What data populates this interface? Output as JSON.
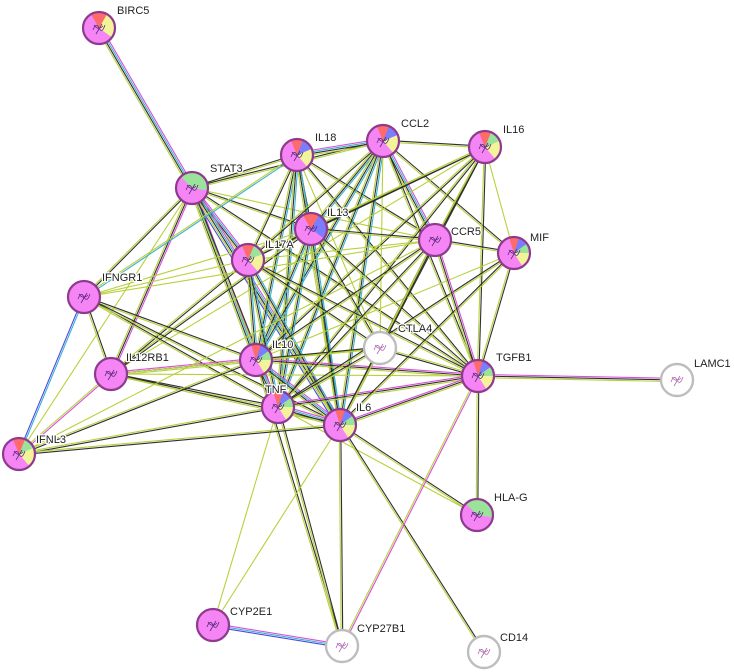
{
  "network": {
    "evidence_colors": [
      "#d94fd9",
      "#39b2d0",
      "#2f2f2f",
      "#b7d13c",
      "#4a4ae0"
    ],
    "domain_colors": [
      "#ff6a6a",
      "#7c7cff",
      "#9be29b",
      "#f3f39a",
      "#ffffff"
    ],
    "node_fill_default": "#f585f5",
    "node_ring_colored": "#8e3a8e",
    "node_ring_uncolored": "#bdbdbd",
    "nodes": [
      {
        "id": "BIRC5",
        "label": "BIRC5",
        "domains": [
          0,
          3
        ],
        "colored": true
      },
      {
        "id": "STAT3",
        "label": "STAT3",
        "domains": [
          2
        ],
        "colored": true
      },
      {
        "id": "IL18",
        "label": "IL18",
        "domains": [
          0,
          1,
          3
        ],
        "colored": true
      },
      {
        "id": "CCL2",
        "label": "CCL2",
        "domains": [
          0,
          1,
          3
        ],
        "colored": true
      },
      {
        "id": "IL16",
        "label": "IL16",
        "domains": [
          0,
          2,
          3
        ],
        "colored": true
      },
      {
        "id": "IL13",
        "label": "IL13",
        "domains": [
          0,
          1
        ],
        "colored": true
      },
      {
        "id": "CCR5",
        "label": "CCR5",
        "domains": [],
        "colored": true
      },
      {
        "id": "MIF",
        "label": "MIF",
        "domains": [
          0,
          1,
          2,
          3
        ],
        "colored": true
      },
      {
        "id": "IL17A",
        "label": "IL17A",
        "domains": [
          0,
          2,
          3
        ],
        "colored": true
      },
      {
        "id": "IFNGR1",
        "label": "IFNGR1",
        "domains": [],
        "colored": true
      },
      {
        "id": "CTLA4",
        "label": "CTLA4",
        "domains": [],
        "colored": false
      },
      {
        "id": "IL10",
        "label": "IL10",
        "domains": [
          0,
          1,
          2,
          3
        ],
        "colored": true
      },
      {
        "id": "IL12RB1",
        "label": "IL12RB1",
        "domains": [],
        "colored": true
      },
      {
        "id": "TGFB1",
        "label": "TGFB1",
        "domains": [
          0,
          1,
          2,
          3
        ],
        "colored": true
      },
      {
        "id": "LAMC1",
        "label": "LAMC1",
        "domains": [],
        "colored": false
      },
      {
        "id": "TNF",
        "label": "TNF",
        "domains": [
          0,
          1,
          2,
          3
        ],
        "colored": true
      },
      {
        "id": "IL6",
        "label": "IL6",
        "domains": [
          0,
          1,
          2,
          3
        ],
        "colored": true
      },
      {
        "id": "IFNL3",
        "label": "IFNL3",
        "domains": [
          0,
          2,
          3
        ],
        "colored": true
      },
      {
        "id": "HLA-G",
        "label": "HLA-G",
        "domains": [
          2
        ],
        "colored": true
      },
      {
        "id": "CYP2E1",
        "label": "CYP2E1",
        "domains": [],
        "colored": true
      },
      {
        "id": "CYP27B1",
        "label": "CYP27B1",
        "domains": [],
        "colored": false
      },
      {
        "id": "CD14",
        "label": "CD14",
        "domains": [],
        "colored": false
      }
    ],
    "edges": [
      {
        "source": "BIRC5",
        "target": "STAT3",
        "evidence": [
          0,
          1,
          2,
          3
        ]
      },
      {
        "source": "STAT3",
        "target": "IL18",
        "evidence": [
          2,
          3
        ]
      },
      {
        "source": "STAT3",
        "target": "IL13",
        "evidence": [
          2,
          3
        ]
      },
      {
        "source": "STAT3",
        "target": "IL17A",
        "evidence": [
          0,
          1,
          2,
          3
        ]
      },
      {
        "source": "STAT3",
        "target": "IFNGR1",
        "evidence": [
          2,
          3
        ]
      },
      {
        "source": "STAT3",
        "target": "IL10",
        "evidence": [
          0,
          1,
          2,
          3
        ]
      },
      {
        "source": "STAT3",
        "target": "IL12RB1",
        "evidence": [
          0,
          2,
          3
        ]
      },
      {
        "source": "STAT3",
        "target": "IL6",
        "evidence": [
          0,
          1,
          2,
          3,
          4
        ]
      },
      {
        "source": "STAT3",
        "target": "TNF",
        "evidence": [
          2,
          3
        ]
      },
      {
        "source": "STAT3",
        "target": "IFNL3",
        "evidence": [
          3
        ]
      },
      {
        "source": "STAT3",
        "target": "CCL2",
        "evidence": [
          2,
          3
        ]
      },
      {
        "source": "STAT3",
        "target": "TGFB1",
        "evidence": [
          2,
          3
        ]
      },
      {
        "source": "STAT3",
        "target": "CCR5",
        "evidence": [
          3
        ]
      },
      {
        "source": "IL18",
        "target": "CCL2",
        "evidence": [
          0,
          1,
          2,
          3
        ]
      },
      {
        "source": "IL18",
        "target": "IL13",
        "evidence": [
          2,
          3
        ]
      },
      {
        "source": "IL18",
        "target": "IL17A",
        "evidence": [
          2,
          3
        ]
      },
      {
        "source": "IL18",
        "target": "IL10",
        "evidence": [
          1,
          2,
          3
        ]
      },
      {
        "source": "IL18",
        "target": "TNF",
        "evidence": [
          1,
          2,
          3
        ]
      },
      {
        "source": "IL18",
        "target": "IL6",
        "evidence": [
          1,
          2,
          3
        ]
      },
      {
        "source": "IL18",
        "target": "CCR5",
        "evidence": [
          2,
          3
        ]
      },
      {
        "source": "IL18",
        "target": "IFNGR1",
        "evidence": [
          1,
          3
        ]
      },
      {
        "source": "IL18",
        "target": "CTLA4",
        "evidence": [
          3
        ]
      },
      {
        "source": "IL18",
        "target": "TGFB1",
        "evidence": [
          2,
          3
        ]
      },
      {
        "source": "CCL2",
        "target": "IL16",
        "evidence": [
          2,
          3
        ]
      },
      {
        "source": "CCL2",
        "target": "CCR5",
        "evidence": [
          0,
          1,
          2,
          3
        ]
      },
      {
        "source": "CCL2",
        "target": "IL13",
        "evidence": [
          1,
          2,
          3
        ]
      },
      {
        "source": "CCL2",
        "target": "IL17A",
        "evidence": [
          2,
          3
        ]
      },
      {
        "source": "CCL2",
        "target": "IL10",
        "evidence": [
          1,
          2,
          3
        ]
      },
      {
        "source": "CCL2",
        "target": "TNF",
        "evidence": [
          1,
          2,
          3
        ]
      },
      {
        "source": "CCL2",
        "target": "IL6",
        "evidence": [
          1,
          2,
          3
        ]
      },
      {
        "source": "CCL2",
        "target": "MIF",
        "evidence": [
          2,
          3
        ]
      },
      {
        "source": "CCL2",
        "target": "TGFB1",
        "evidence": [
          2,
          3
        ]
      },
      {
        "source": "CCL2",
        "target": "CTLA4",
        "evidence": [
          3
        ]
      },
      {
        "source": "IL16",
        "target": "IL17A",
        "evidence": [
          2,
          3
        ]
      },
      {
        "source": "IL16",
        "target": "IL13",
        "evidence": [
          2,
          3
        ]
      },
      {
        "source": "IL16",
        "target": "IL10",
        "evidence": [
          2,
          3
        ]
      },
      {
        "source": "IL16",
        "target": "TNF",
        "evidence": [
          2,
          3
        ]
      },
      {
        "source": "IL16",
        "target": "IL6",
        "evidence": [
          2,
          3
        ]
      },
      {
        "source": "IL16",
        "target": "CCR5",
        "evidence": [
          2,
          3
        ]
      },
      {
        "source": "IL16",
        "target": "MIF",
        "evidence": [
          3
        ]
      },
      {
        "source": "IL16",
        "target": "TGFB1",
        "evidence": [
          2,
          3
        ]
      },
      {
        "source": "IL16",
        "target": "IL12RB1",
        "evidence": [
          3
        ]
      },
      {
        "source": "IL13",
        "target": "IL17A",
        "evidence": [
          2,
          3
        ]
      },
      {
        "source": "IL13",
        "target": "IL10",
        "evidence": [
          1,
          2,
          3
        ]
      },
      {
        "source": "IL13",
        "target": "TNF",
        "evidence": [
          1,
          2,
          3
        ]
      },
      {
        "source": "IL13",
        "target": "IL6",
        "evidence": [
          1,
          2,
          3
        ]
      },
      {
        "source": "IL13",
        "target": "IFNGR1",
        "evidence": [
          3
        ]
      },
      {
        "source": "IL13",
        "target": "CCR5",
        "evidence": [
          2,
          3
        ]
      },
      {
        "source": "IL13",
        "target": "TGFB1",
        "evidence": [
          2,
          3
        ]
      },
      {
        "source": "IL13",
        "target": "IL12RB1",
        "evidence": [
          2,
          3
        ]
      },
      {
        "source": "IL13",
        "target": "CTLA4",
        "evidence": [
          2,
          3
        ]
      },
      {
        "source": "IL17A",
        "target": "IL10",
        "evidence": [
          1,
          2,
          3
        ]
      },
      {
        "source": "IL17A",
        "target": "TNF",
        "evidence": [
          1,
          2,
          3
        ]
      },
      {
        "source": "IL17A",
        "target": "IL6",
        "evidence": [
          1,
          2,
          3
        ]
      },
      {
        "source": "IL17A",
        "target": "IFNGR1",
        "evidence": [
          3
        ]
      },
      {
        "source": "IL17A",
        "target": "IL12RB1",
        "evidence": [
          2,
          3
        ]
      },
      {
        "source": "IL17A",
        "target": "TGFB1",
        "evidence": [
          2,
          3
        ]
      },
      {
        "source": "IL17A",
        "target": "CCR5",
        "evidence": [
          3
        ]
      },
      {
        "source": "IL17A",
        "target": "CTLA4",
        "evidence": [
          2,
          3
        ]
      },
      {
        "source": "IFNGR1",
        "target": "IL12RB1",
        "evidence": [
          2,
          3
        ]
      },
      {
        "source": "IFNGR1",
        "target": "IL10",
        "evidence": [
          2,
          3
        ]
      },
      {
        "source": "IFNGR1",
        "target": "TNF",
        "evidence": [
          2,
          3
        ]
      },
      {
        "source": "IFNGR1",
        "target": "IL6",
        "evidence": [
          2,
          3
        ]
      },
      {
        "source": "IFNGR1",
        "target": "IFNL3",
        "evidence": [
          1,
          4
        ]
      },
      {
        "source": "IFNGR1",
        "target": "CCR5",
        "evidence": [
          3
        ]
      },
      {
        "source": "IL12RB1",
        "target": "IL10",
        "evidence": [
          0,
          2,
          3
        ]
      },
      {
        "source": "IL12RB1",
        "target": "TNF",
        "evidence": [
          2,
          3
        ]
      },
      {
        "source": "IL12RB1",
        "target": "IL6",
        "evidence": [
          2,
          3
        ]
      },
      {
        "source": "IL12RB1",
        "target": "IFNL3",
        "evidence": [
          0,
          3
        ]
      },
      {
        "source": "IL12RB1",
        "target": "TGFB1",
        "evidence": [
          3
        ]
      },
      {
        "source": "IL12RB1",
        "target": "CTLA4",
        "evidence": [
          3
        ]
      },
      {
        "source": "IL10",
        "target": "TNF",
        "evidence": [
          0,
          1,
          2,
          3
        ]
      },
      {
        "source": "IL10",
        "target": "IL6",
        "evidence": [
          0,
          1,
          2,
          3
        ]
      },
      {
        "source": "IL10",
        "target": "TGFB1",
        "evidence": [
          0,
          2,
          3
        ]
      },
      {
        "source": "IL10",
        "target": "CTLA4",
        "evidence": [
          2,
          3
        ]
      },
      {
        "source": "IL10",
        "target": "CCR5",
        "evidence": [
          2,
          3
        ]
      },
      {
        "source": "IL10",
        "target": "IFNL3",
        "evidence": [
          2,
          3
        ]
      },
      {
        "source": "IL10",
        "target": "MIF",
        "evidence": [
          3
        ]
      },
      {
        "source": "IL10",
        "target": "CYP27B1",
        "evidence": [
          2,
          3
        ]
      },
      {
        "source": "TNF",
        "target": "IL6",
        "evidence": [
          0,
          1,
          2,
          3
        ]
      },
      {
        "source": "TNF",
        "target": "TGFB1",
        "evidence": [
          0,
          2,
          3
        ]
      },
      {
        "source": "TNF",
        "target": "CCR5",
        "evidence": [
          2,
          3
        ]
      },
      {
        "source": "TNF",
        "target": "MIF",
        "evidence": [
          2,
          3
        ]
      },
      {
        "source": "TNF",
        "target": "IFNL3",
        "evidence": [
          2,
          3
        ]
      },
      {
        "source": "TNF",
        "target": "CYP2E1",
        "evidence": [
          3
        ]
      },
      {
        "source": "TNF",
        "target": "CYP27B1",
        "evidence": [
          2,
          3
        ]
      },
      {
        "source": "TNF",
        "target": "CTLA4",
        "evidence": [
          2,
          3
        ]
      },
      {
        "source": "TNF",
        "target": "HLA-G",
        "evidence": [
          3
        ]
      },
      {
        "source": "IL6",
        "target": "TGFB1",
        "evidence": [
          0,
          2,
          3
        ]
      },
      {
        "source": "IL6",
        "target": "CCR5",
        "evidence": [
          2,
          3
        ]
      },
      {
        "source": "IL6",
        "target": "MIF",
        "evidence": [
          2,
          3
        ]
      },
      {
        "source": "IL6",
        "target": "IFNL3",
        "evidence": [
          2,
          3
        ]
      },
      {
        "source": "IL6",
        "target": "CYP27B1",
        "evidence": [
          2,
          3
        ]
      },
      {
        "source": "IL6",
        "target": "CYP2E1",
        "evidence": [
          3
        ]
      },
      {
        "source": "IL6",
        "target": "CD14",
        "evidence": [
          2,
          3
        ]
      },
      {
        "source": "IL6",
        "target": "HLA-G",
        "evidence": [
          2,
          3
        ]
      },
      {
        "source": "IL6",
        "target": "CTLA4",
        "evidence": [
          2,
          3
        ]
      },
      {
        "source": "CCR5",
        "target": "MIF",
        "evidence": [
          2,
          3
        ]
      },
      {
        "source": "CCR5",
        "target": "TGFB1",
        "evidence": [
          0,
          2,
          3
        ]
      },
      {
        "source": "CCR5",
        "target": "CTLA4",
        "evidence": [
          2,
          3
        ]
      },
      {
        "source": "MIF",
        "target": "TGFB1",
        "evidence": [
          2,
          3
        ]
      },
      {
        "source": "TGFB1",
        "target": "LAMC1",
        "evidence": [
          0,
          2,
          3
        ]
      },
      {
        "source": "TGFB1",
        "target": "HLA-G",
        "evidence": [
          2,
          3
        ]
      },
      {
        "source": "TGFB1",
        "target": "CTLA4",
        "evidence": [
          2,
          3
        ]
      },
      {
        "source": "TGFB1",
        "target": "CYP27B1",
        "evidence": [
          0,
          3
        ]
      },
      {
        "source": "CYP2E1",
        "target": "CYP27B1",
        "evidence": [
          0,
          1,
          4
        ]
      },
      {
        "source": "IFNL3",
        "target": "CCR5",
        "evidence": [
          3
        ]
      }
    ]
  }
}
